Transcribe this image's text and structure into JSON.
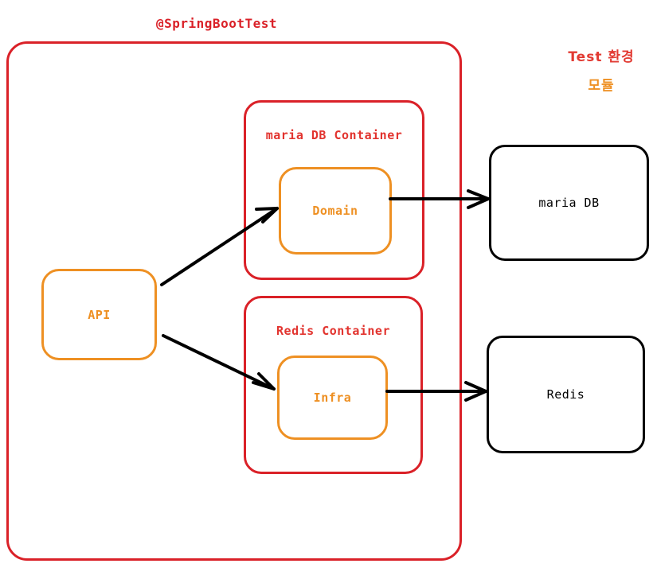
{
  "diagram": {
    "title": "@SpringBootTest",
    "caption": {
      "line1": "Test 환경",
      "line2": "모듈"
    },
    "colors": {
      "red": "#DA2128",
      "orange": "#EE9023",
      "black": "#000000",
      "background": "#FFFFFF"
    },
    "boundary": {
      "label": "@SpringBootTest",
      "stroke": "#DA2128"
    },
    "containers": [
      {
        "id": "mariadb-container",
        "label": "maria DB Container",
        "stroke": "#DA2128"
      },
      {
        "id": "redis-container",
        "label": "Redis Container",
        "stroke": "#DA2128"
      }
    ],
    "modules": [
      {
        "id": "domain",
        "label": "Domain",
        "stroke": "#EE9023"
      },
      {
        "id": "infra",
        "label": "Infra",
        "stroke": "#EE9023"
      },
      {
        "id": "api",
        "label": "API",
        "stroke": "#EE9023"
      }
    ],
    "systems": [
      {
        "id": "maria-db",
        "label": "maria DB",
        "stroke": "#000000"
      },
      {
        "id": "redis",
        "label": "Redis",
        "stroke": "#000000"
      }
    ],
    "edges": [
      {
        "id": "api-to-domain",
        "from": "API",
        "to": "Domain",
        "style": "arrow"
      },
      {
        "id": "api-to-infra",
        "from": "API",
        "to": "Infra",
        "style": "arrow"
      },
      {
        "id": "domain-to-mariadb",
        "from": "Domain",
        "to": "maria DB",
        "style": "arrow"
      },
      {
        "id": "infra-to-redis",
        "from": "Infra",
        "to": "Redis",
        "style": "arrow"
      }
    ]
  }
}
